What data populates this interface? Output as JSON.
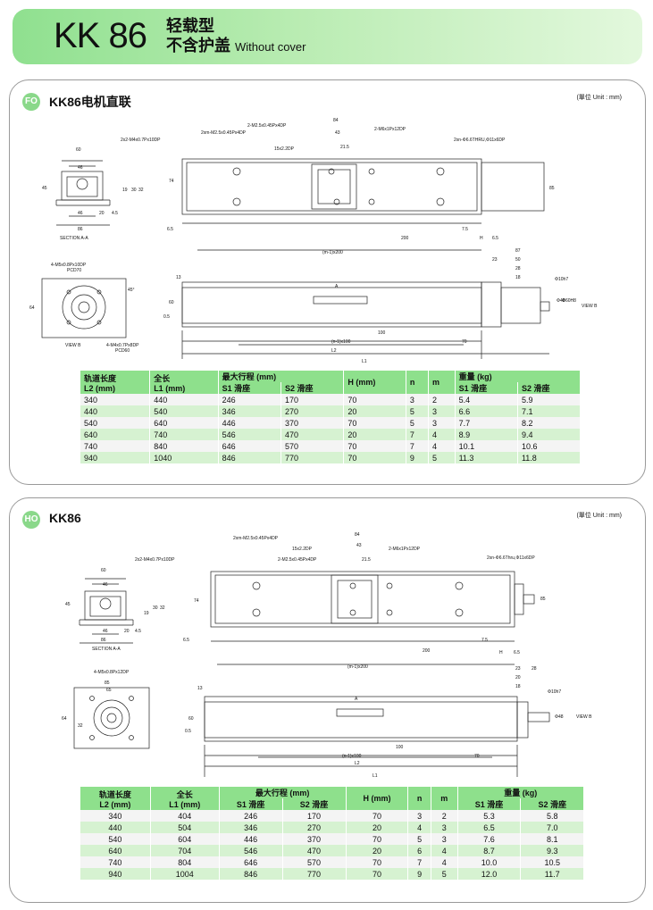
{
  "header": {
    "model": "KK 86",
    "type_cn": "轻载型",
    "cover_cn": "不含护盖",
    "cover_en": "Without cover"
  },
  "sections": [
    {
      "badge": "FO",
      "title": "KK86电机直联",
      "unit": "(單位 Unit : mm)",
      "labels": {
        "d60": "60",
        "d46": "46",
        "d45": "45",
        "d19": "19",
        "d30": "30",
        "d32": "32",
        "d46b": "46",
        "d20": "20",
        "d4_5": "4.5",
        "d86": "86",
        "section": "SECTION A-A",
        "hole1": "2x2-M4x0.7Px10DP",
        "hole2": "2xm-M2.5x0.45Px4DP",
        "hole3": "2-M2.5x0.45Px4DP",
        "hole4": "15x2.2DP",
        "hole5": "2-M6x1Px12DP",
        "hole6": "2xn-Φ6.6THRU,Φ11x6DP",
        "d84": "84",
        "d43": "43",
        "d21_5": "21.5",
        "d74": "74",
        "d6_5": "6.5",
        "d200": "200",
        "d7_5": "7.5",
        "dH": "H",
        "d6_5b": "6.5",
        "dm": "(m-1)x200",
        "d85": "85",
        "pcd70_hole": "4-M5x0.8Px10DP",
        "pcd70": "PCD70",
        "d64": "64",
        "d45deg": "45°",
        "pcd60_hole": "4-M4x0.7Px8DP",
        "pcd60": "PCD60",
        "viewB": "VIEW B",
        "d13": "13",
        "d60b": "60",
        "d0_5": "0.5",
        "dA": "A",
        "d100": "100",
        "dn": "(n-1)x100",
        "d70": "70",
        "dL2": "L2",
        "dL1": "L1",
        "d87": "87",
        "d23": "23",
        "d50": "50",
        "d28": "28",
        "d18": "18",
        "dphi10": "Φ10h7",
        "dphi48": "Φ48",
        "dphi60": "Φ60H8",
        "viewB2": "VIEW B"
      },
      "table": {
        "headers": {
          "rail": "轨道长度",
          "rail2": "L2 (mm)",
          "total": "全长",
          "total2": "L1 (mm)",
          "stroke": "最大行程 (mm)",
          "s1": "S1 滑座",
          "s2": "S2 滑座",
          "h": "H (mm)",
          "n": "n",
          "m": "m",
          "weight": "重量 (kg)",
          "w1": "S1 滑座",
          "w2": "S2 滑座"
        },
        "rows": [
          [
            "340",
            "440",
            "246",
            "170",
            "70",
            "3",
            "2",
            "5.4",
            "5.9"
          ],
          [
            "440",
            "540",
            "346",
            "270",
            "20",
            "5",
            "3",
            "6.6",
            "7.1"
          ],
          [
            "540",
            "640",
            "446",
            "370",
            "70",
            "5",
            "3",
            "7.7",
            "8.2"
          ],
          [
            "640",
            "740",
            "546",
            "470",
            "20",
            "7",
            "4",
            "8.9",
            "9.4"
          ],
          [
            "740",
            "840",
            "646",
            "570",
            "70",
            "7",
            "4",
            "10.1",
            "10.6"
          ],
          [
            "940",
            "1040",
            "846",
            "770",
            "70",
            "9",
            "5",
            "11.3",
            "11.8"
          ]
        ]
      }
    },
    {
      "badge": "HO",
      "title": "KK86",
      "unit": "(單位 Unit : mm)",
      "labels": {
        "d60": "60",
        "d46": "46",
        "d45": "45",
        "d19": "19",
        "d30": "30",
        "d32": "32",
        "d46b": "46",
        "d20": "20",
        "d4_5": "4.5",
        "d86": "86",
        "section": "SECTION A-A",
        "hole1": "2x2-M4x0.7Px10DP",
        "hole2": "2xm-M2.5x0.45Px4DP",
        "hole3": "2-M2.5x0.45Px4DP",
        "hole4": "15x2.2DP",
        "hole5": "2-M6x1Px12DP",
        "hole6": "2xn-Φ6.6Thru,Φ11x6DP",
        "d84": "84",
        "d43": "43",
        "d21_5": "21.5",
        "d74": "74",
        "d6_5": "6.5",
        "d200": "200",
        "d7_5": "7.5",
        "dH": "H",
        "d6_5b": "6.5",
        "dm": "(m-1)x200",
        "d85": "85",
        "pcd_hole": "4-M5x0.8Px12DP",
        "d85b": "85",
        "d65": "65",
        "d64": "64",
        "d13": "13",
        "d60b": "60",
        "d0_5": "0.5",
        "dA": "A",
        "d100": "100",
        "dn": "(n-1)x100",
        "d70": "70",
        "dL2": "L2",
        "dL1": "L1",
        "d23": "23",
        "d28": "28",
        "d20b": "20",
        "d18": "18",
        "dphi10": "Φ10h7",
        "dphi48": "Φ48",
        "viewB": "VIEW B"
      },
      "table": {
        "headers": {
          "rail": "轨道长度",
          "rail2": "L2 (mm)",
          "total": "全长",
          "total2": "L1 (mm)",
          "stroke": "最大行程 (mm)",
          "s1": "S1 滑座",
          "s2": "S2 滑座",
          "h": "H (mm)",
          "n": "n",
          "m": "m",
          "weight": "重量 (kg)",
          "w1": "S1 滑座",
          "w2": "S2 滑座"
        },
        "rows": [
          [
            "340",
            "404",
            "246",
            "170",
            "70",
            "3",
            "2",
            "5.3",
            "5.8"
          ],
          [
            "440",
            "504",
            "346",
            "270",
            "20",
            "4",
            "3",
            "6.5",
            "7.0"
          ],
          [
            "540",
            "604",
            "446",
            "370",
            "70",
            "5",
            "3",
            "7.6",
            "8.1"
          ],
          [
            "640",
            "704",
            "546",
            "470",
            "20",
            "6",
            "4",
            "8.7",
            "9.3"
          ],
          [
            "740",
            "804",
            "646",
            "570",
            "70",
            "7",
            "4",
            "10.0",
            "10.5"
          ],
          [
            "940",
            "1004",
            "846",
            "770",
            "70",
            "9",
            "5",
            "12.0",
            "11.7"
          ]
        ]
      }
    }
  ]
}
